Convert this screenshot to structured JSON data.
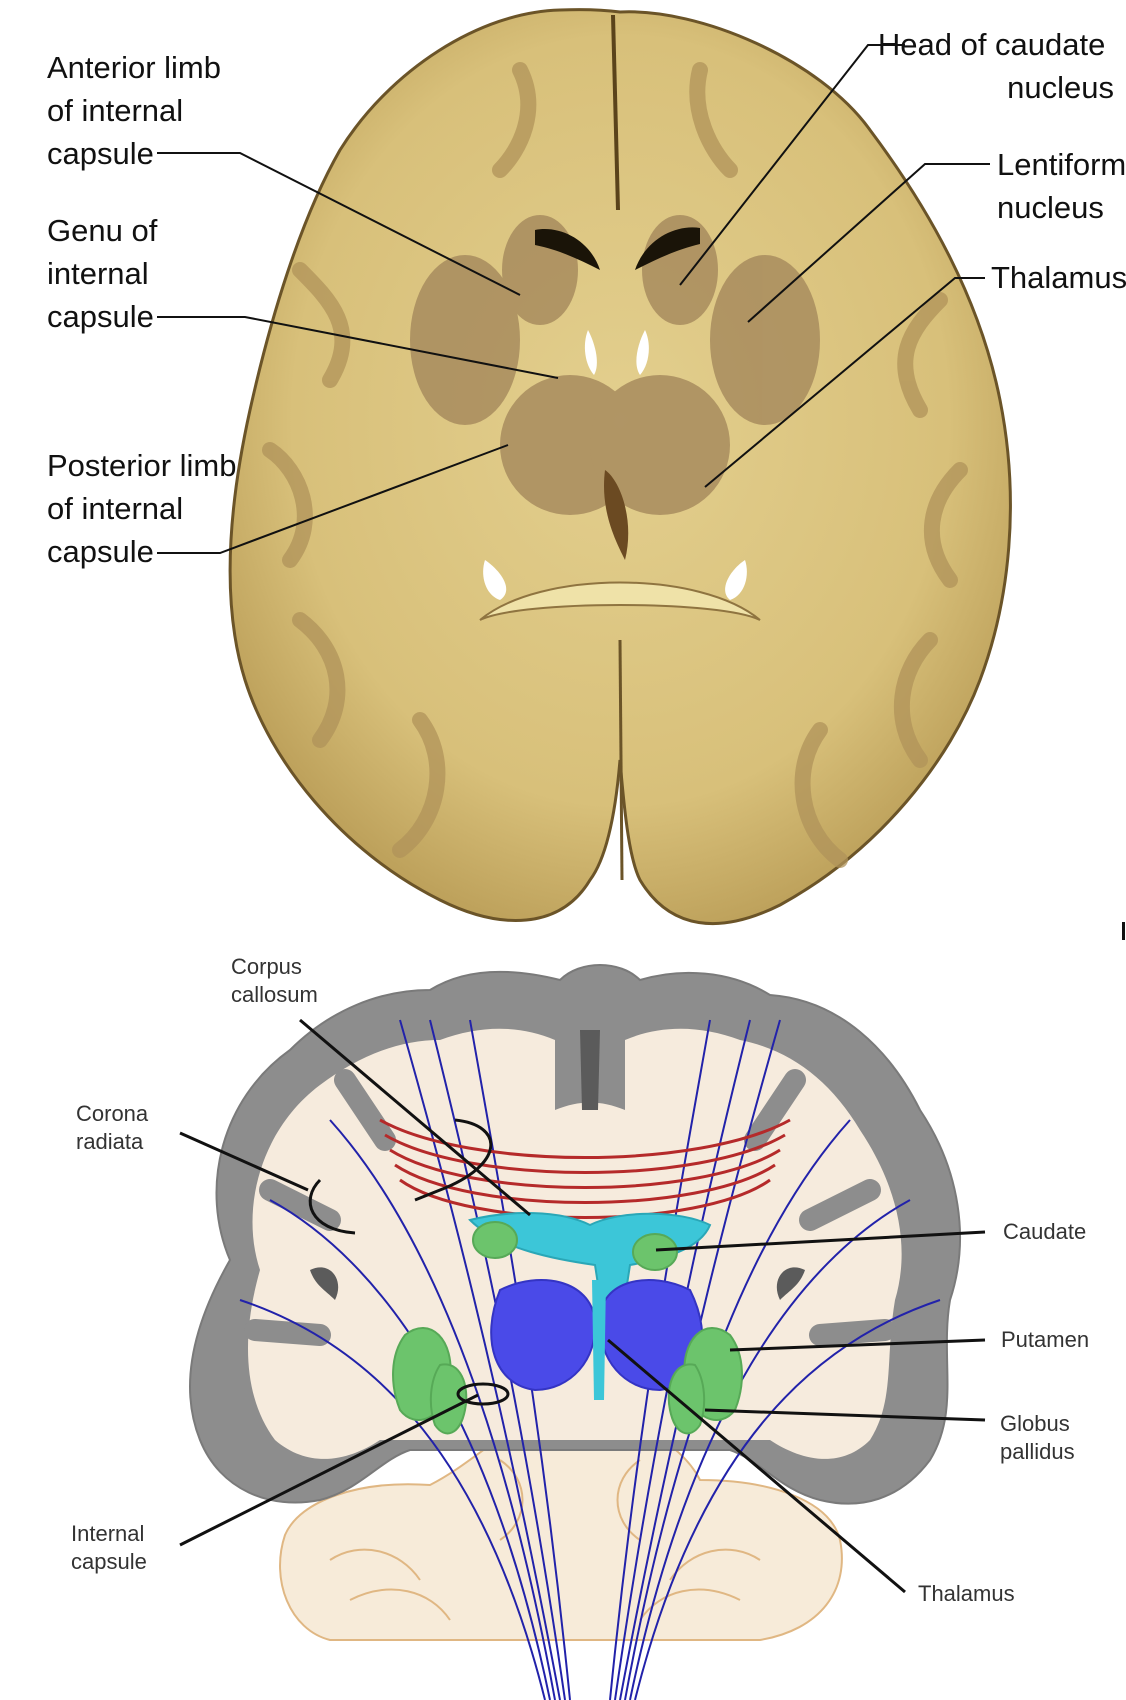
{
  "top_panel": {
    "labels": {
      "anterior_limb": [
        "Anterior limb",
        "of internal",
        "capsule"
      ],
      "genu": [
        "Genu of",
        "internal",
        "capsule"
      ],
      "posterior_limb": [
        "Posterior limb",
        "of internal",
        "capsule"
      ],
      "head_caudate": [
        "Head of caudate",
        "nucleus"
      ],
      "lentiform": [
        "Lentiform",
        "nucleus"
      ],
      "thalamus": [
        "Thalamus"
      ]
    }
  },
  "bottom_panel": {
    "labels": {
      "corpus_callosum": [
        "Corpus",
        "callosum"
      ],
      "corona_radiata": [
        "Corona",
        "radiata"
      ],
      "internal_capsule": [
        "Internal",
        "capsule"
      ],
      "caudate": [
        "Caudate"
      ],
      "putamen": [
        "Putamen"
      ],
      "globus_pallidus": [
        "Globus",
        "pallidus"
      ],
      "thalamus": [
        "Thalamus"
      ]
    }
  },
  "colors": {
    "tissue_light": "#e6d59a",
    "tissue_gray": "#a88c5e",
    "cortex_gray": "#8c8c8c",
    "white_matter": "#f4e9da",
    "fiber_blue": "#2222aa",
    "callosum_red": "#b52a2a",
    "thalamus_blue": "#4a4ae8",
    "ventricle_cyan": "#3cc6d8",
    "basal_green": "#6cc46c"
  }
}
